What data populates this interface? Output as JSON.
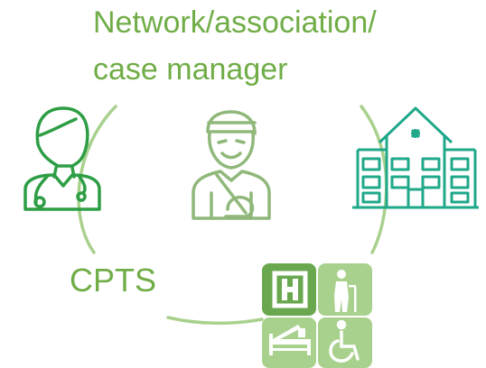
{
  "labels": {
    "title_line1": "Network/association/",
    "title_line2": "case manager",
    "cpts": "CPTS"
  },
  "icons": {
    "doctor": "doctor-icon",
    "patient": "injured-patient-icon",
    "hospital": "hospital-icon",
    "care_facility": "care-facility-icon",
    "care_facility_parts": [
      "hospital-h-icon",
      "elderly-person-icon",
      "hospital-bed-icon",
      "wheelchair-icon"
    ]
  },
  "colors": {
    "label_green": "#70ad47",
    "circle_green": "#a9d18e",
    "doctor_green": "#2e9e45",
    "patient_green": "#8fb87a",
    "hospital_green": "#1fa889",
    "tile_dark": "#6aa84f",
    "tile_light": "#a9d18e"
  }
}
